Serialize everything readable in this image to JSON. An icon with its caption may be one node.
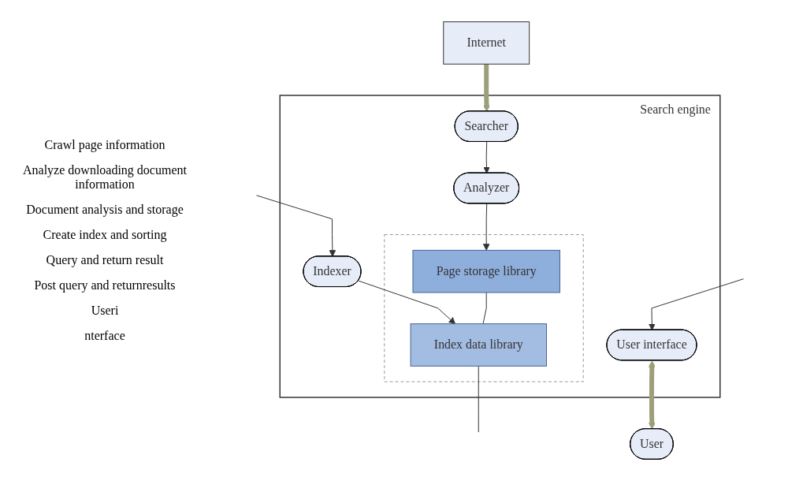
{
  "diagram": {
    "nodes": [
      {
        "text": [
          "Internet"
        ]
      },
      {
        "text": [
          "Search engine"
        ]
      },
      {
        "text": [
          "Searcher"
        ],
        "in": 1
      },
      {
        "text": [
          "Analyzer"
        ],
        "in": 1
      },
      {
        "text": [
          "Indexer"
        ],
        "in": 1
      },
      {
        "text": [
          "User  interface"
        ],
        "in": 1
      },
      {
        "text": [],
        "shape": "box",
        "in": 1
      },
      {
        "text": [
          "Page storage library"
        ],
        "in": 6
      },
      {
        "text": [
          "Index data library"
        ],
        "in": 6
      },
      {
        "text": [
          "User"
        ]
      }
    ],
    "edges": [
      {
        "from": 0,
        "to": 2,
        "arrow": "to",
        "style": "thick",
        "color": "#9c9f78"
      },
      {
        "from": 2,
        "to": 3,
        "arrow": "to"
      },
      {
        "from": 3,
        "to": 7,
        "arrow": "to"
      },
      {
        "from": 4,
        "to": 8,
        "arrow": "to"
      },
      {
        "from": 7,
        "to": 8,
        "arrow": "none"
      },
      {
        "from": 8,
        "to": null,
        "arrow": "none"
      },
      {
        "from": null,
        "to": 4,
        "arrow": "to"
      },
      {
        "from": null,
        "to": 5,
        "arrow": "to"
      },
      {
        "from": 5,
        "to": 9,
        "arrow": "both",
        "style": "thick",
        "color": "#9c9f78"
      }
    ],
    "labels": [
      "Crawl page information",
      "Analyze downloading document information",
      "Document analysis and storage",
      "Create index and sorting",
      "Query and return result",
      "Post query and returnresults",
      "Useri",
      "nterface"
    ]
  }
}
